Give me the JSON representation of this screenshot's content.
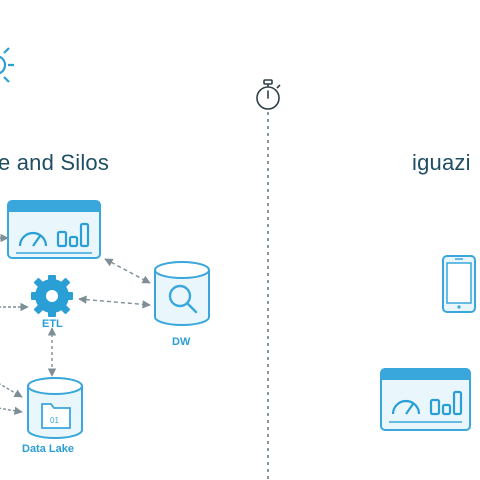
{
  "titles": {
    "left": "e and Silos",
    "right": "iguazi"
  },
  "nodes": {
    "etl": "ETL",
    "dw": "DW",
    "data_lake": "Data Lake"
  },
  "icons": {
    "gear_top": "gear-icon",
    "stopwatch": "stopwatch-icon",
    "dashboard": "dashboard-icon",
    "etl": "gear-icon",
    "dw": "database-search-icon",
    "data_lake": "database-folder-icon",
    "mobile": "mobile-phone-icon"
  },
  "colors": {
    "accent": "#2a9fd6",
    "stroke": "#3aa7dc",
    "fill": "#e9f6fc",
    "title": "#1f4e63",
    "divider": "#6b7f88"
  }
}
